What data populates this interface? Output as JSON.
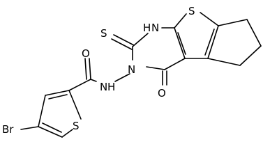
{
  "atoms": {
    "s_thioxo": "S",
    "nh_ring": "N",
    "h_ring": "H",
    "s_thiophene_top": "S",
    "n_ring": "N",
    "nh_amide": "N",
    "h_amide": "H",
    "o_ketone": "O",
    "o_amide": "O",
    "s_thiophene_left": "S",
    "br": "Br"
  }
}
